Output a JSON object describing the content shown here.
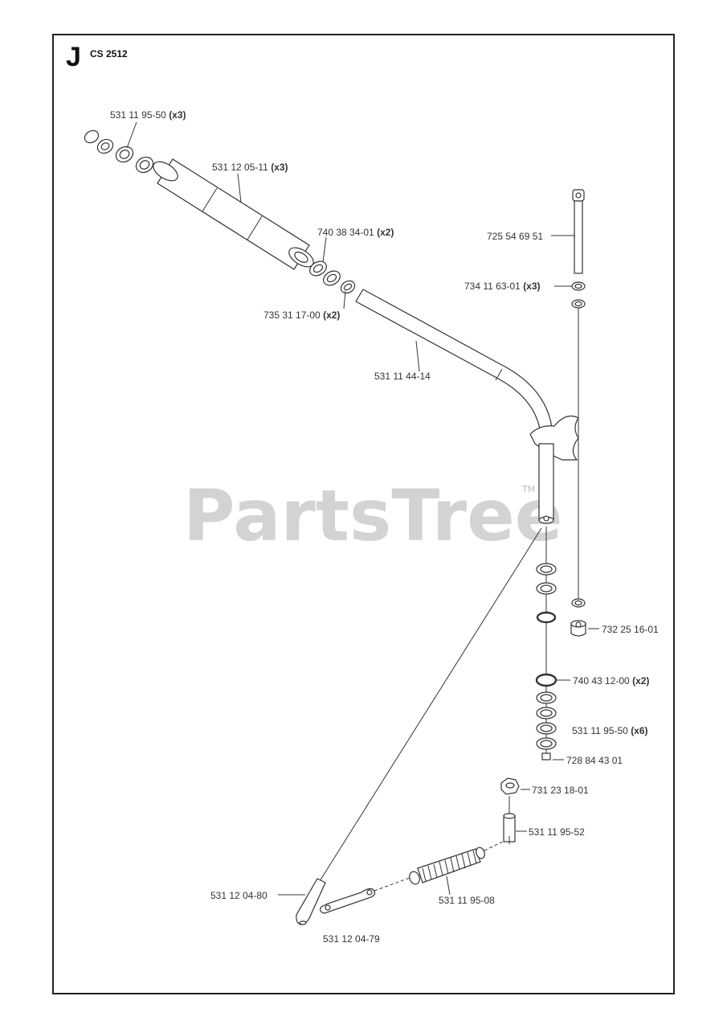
{
  "header": {
    "section_letter": "J",
    "model": "CS 2512"
  },
  "watermark": {
    "text": "PartsTree",
    "trademark": "TM"
  },
  "parts": [
    {
      "id": "p1",
      "number": "531 11 95-50",
      "qty": "(x3)"
    },
    {
      "id": "p2",
      "number": "531 12 05-11",
      "qty": "(x3)"
    },
    {
      "id": "p3",
      "number": "725 54 69 51",
      "qty": ""
    },
    {
      "id": "p4",
      "number": "740 38 34-01",
      "qty": "(x2)"
    },
    {
      "id": "p5",
      "number": "734 11 63-01",
      "qty": "(x3)"
    },
    {
      "id": "p6",
      "number": "735 31 17-00",
      "qty": "(x2)"
    },
    {
      "id": "p7",
      "number": "531 11 44-14",
      "qty": ""
    },
    {
      "id": "p8",
      "number": "732 25 16-01",
      "qty": ""
    },
    {
      "id": "p9",
      "number": "740 43 12-00",
      "qty": "(x2)"
    },
    {
      "id": "p10",
      "number": "531 11 95-50",
      "qty": "(x6)"
    },
    {
      "id": "p11",
      "number": "728 84 43 01",
      "qty": ""
    },
    {
      "id": "p12",
      "number": "731 23 18-01",
      "qty": ""
    },
    {
      "id": "p13",
      "number": "531 11 95-52",
      "qty": ""
    },
    {
      "id": "p14",
      "number": "531 12 04-80",
      "qty": ""
    },
    {
      "id": "p15",
      "number": "531 11 95-08",
      "qty": ""
    },
    {
      "id": "p16",
      "number": "531 12 04-79",
      "qty": ""
    }
  ],
  "colors": {
    "line": "#333333",
    "watermark": "#cccccc",
    "frame": "#222222"
  }
}
